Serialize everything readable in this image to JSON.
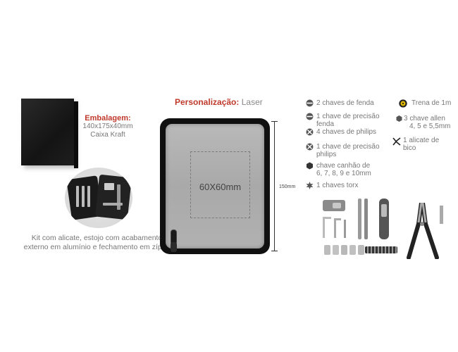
{
  "packaging": {
    "title": "Embalagem:",
    "size": "140x175x40mm",
    "type": "Caixa Kraft"
  },
  "kit_description": {
    "line1": "Kit com alicate, estojo com acabamento",
    "line2": "externo em alumínio e fechamento em zíper."
  },
  "personalization": {
    "label": "Personalização:",
    "value": "Laser",
    "area": "60X60mm",
    "height": "150mm"
  },
  "items_left": [
    {
      "icon": "slotted-screw-icon",
      "l1": "2 chaves de fenda",
      "l2": ""
    },
    {
      "icon": "slotted-screw-icon",
      "l1": "1 chave de precisão",
      "l2": "fenda"
    },
    {
      "icon": "phillips-screw-icon",
      "l1": "4 chaves de philips",
      "l2": ""
    },
    {
      "icon": "phillips-screw-icon",
      "l1": "1 chave de precisão",
      "l2": "philips"
    },
    {
      "icon": "hex-socket-icon",
      "l1": "chave canhão de",
      "l2": "6, 7, 8, 9 e 10mm"
    },
    {
      "icon": "torx-star-icon",
      "l1": "1 chaves torx",
      "l2": ""
    }
  ],
  "items_right": [
    {
      "icon": "tape-measure-icon",
      "l1": "Trena de 1m",
      "l2": ""
    },
    {
      "icon": "hex-key-icon",
      "l1": "3 chave allen",
      "l2": "4, 5 e 5,5mm"
    },
    {
      "icon": "pliers-icon",
      "l1": "1 alicate de",
      "l2": "bico"
    }
  ],
  "colors": {
    "accent": "#c0392b",
    "text": "#777777",
    "case": "#101010",
    "case_face": "#b0b0b0"
  }
}
